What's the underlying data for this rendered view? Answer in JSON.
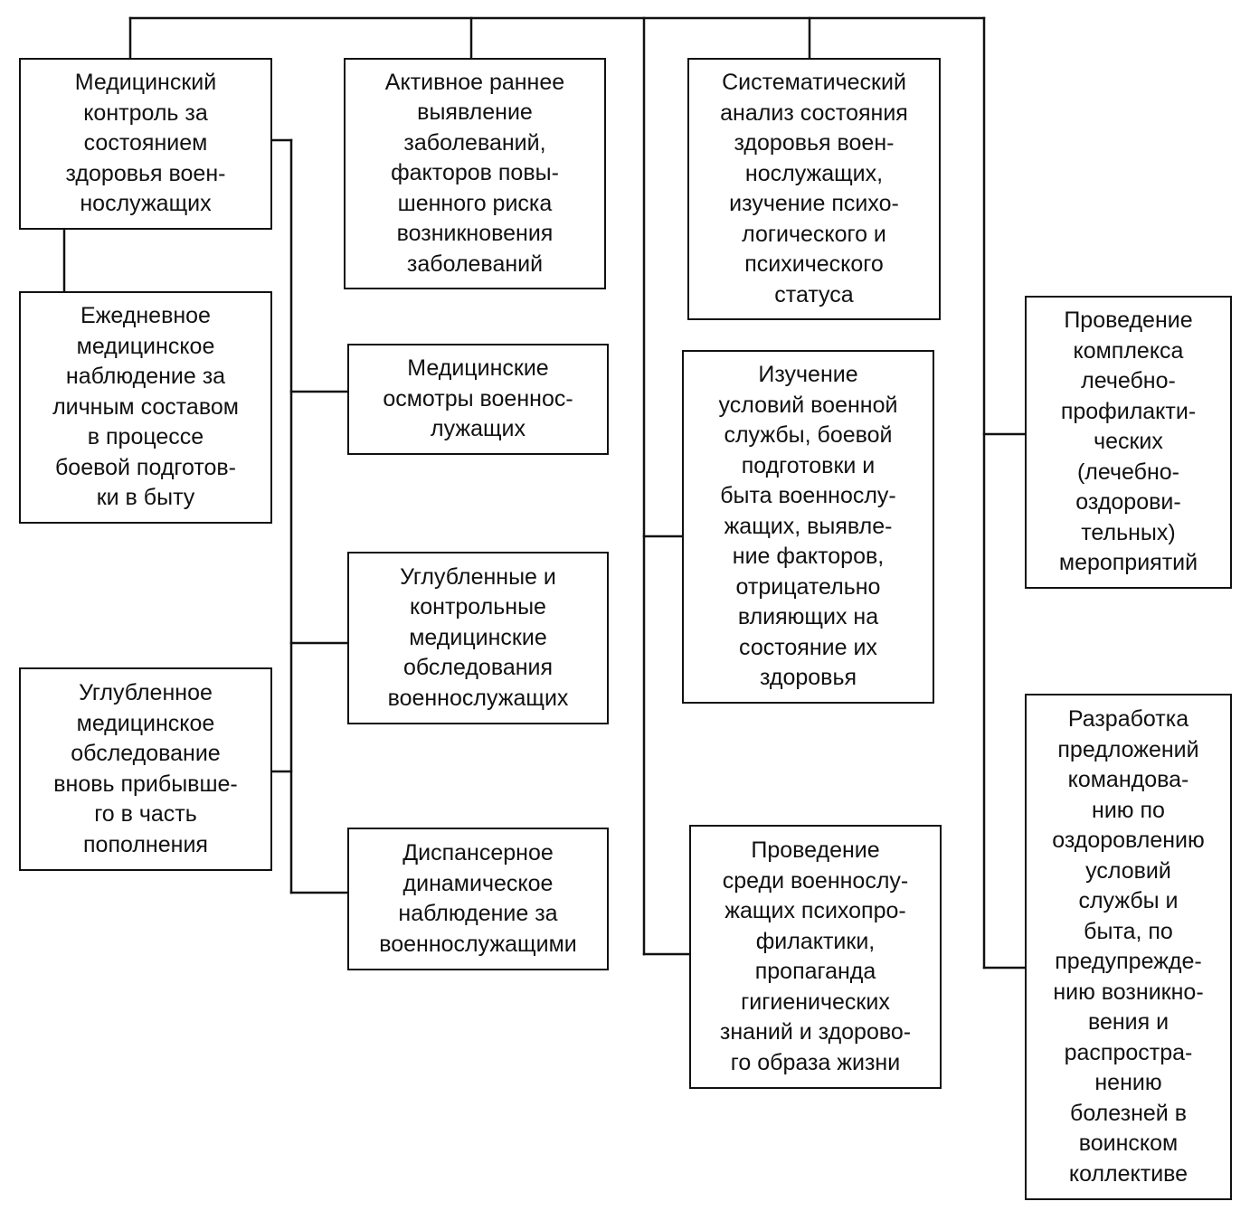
{
  "boxes": {
    "b1": "Медицинский\nконтроль за\nсостоянием\nздоровья воен-\nнослужащих",
    "b2": "Ежедневное\nмедицинское\nнаблюдение за\nличным составом\nв процессе\nбоевой подготов-\nки в быту",
    "b3": "Углубленное\nмедицинское\nобследование\nвновь прибывше-\nго в часть\nпополнения",
    "b4": "Активное раннее\nвыявление\nзаболеваний,\nфакторов повы-\nшенного риска\nвозникновения\nзаболеваний",
    "b5": "Медицинские\nосмотры военнос-\nлужащих",
    "b6": "Углубленные и\nконтрольные\nмедицинские\nобследования\nвоеннослужащих",
    "b7": "Диспансерное\nдинамическое\nнаблюдение за\nвоеннослужащими",
    "b8": "Систематический\nанализ состояния\nздоровья воен-\nнослужащих,\nизучение психо-\nлогического и\nпсихического\nстатуса",
    "b9": "Изучение\nусловий военной\nслужбы, боевой\nподготовки и\nбыта военнослу-\nжащих, выявле-\nние факторов,\nотрицательно\nвлияющих на\nсостояние их\nздоровья",
    "b10": "Проведение\nсреди военнослу-\nжащих психопро-\nфилактики,\nпропаганда\nгигиенических\nзнаний и здорово-\nго образа жизни",
    "b11": "Проведение\nкомплекса\nлечебно-\nпрофилакти-\nческих\n(лечебно-\nоздорови-\nтельных)\nмероприятий",
    "b12": "Разработка\nпредложений\nкомандова-\nнию по\nоздоровлению\nусловий\nслужбы и\nбыта, по\nпредупрежде-\nнию возникно-\nвения и\nраспростра-\nнению\nболезней в\nвоинском\nколлективе"
  }
}
